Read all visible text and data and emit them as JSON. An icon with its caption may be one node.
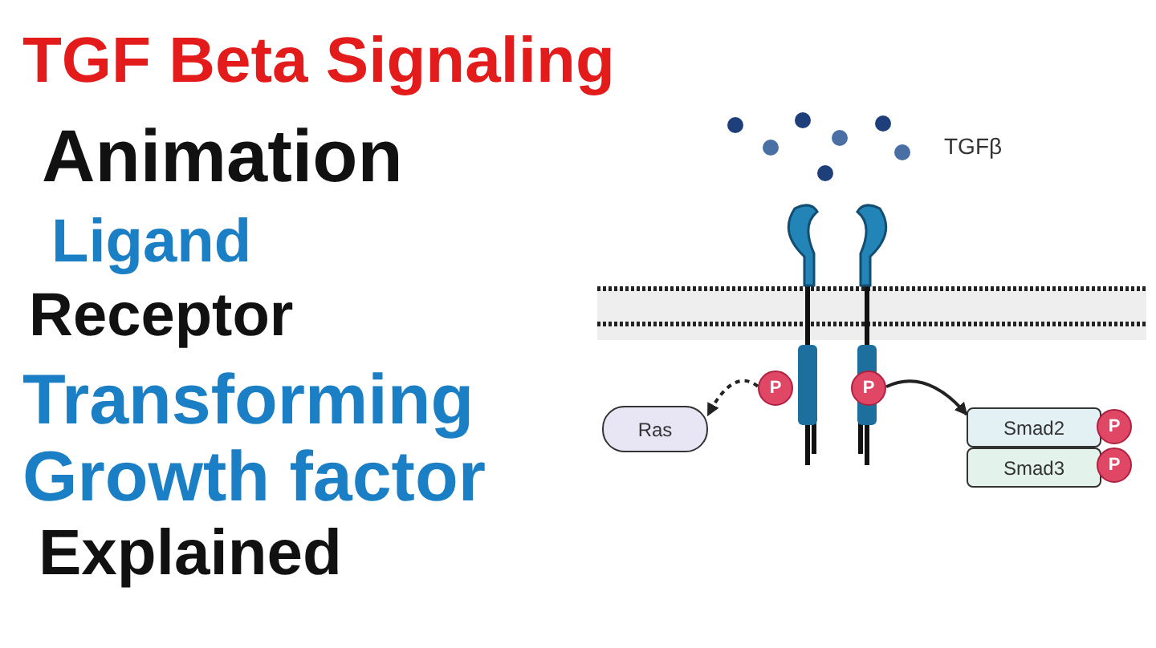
{
  "diagram": {
    "title": "TGF Beta Signaling",
    "nodes": [
      {
        "text": [
          "Ras"
        ]
      },
      {
        "text": [
          "P"
        ]
      },
      {
        "text": [
          "P"
        ]
      },
      {
        "text": [
          "Smad2"
        ]
      },
      {
        "text": [
          "Smad3"
        ]
      },
      {
        "text": [
          "P"
        ]
      },
      {
        "text": [
          "P"
        ]
      }
    ],
    "edges": [
      {
        "from": 1,
        "to": 0,
        "arrow": "to",
        "style": "dashed"
      },
      {
        "from": 2,
        "to": 3,
        "arrow": "to"
      }
    ],
    "labels": [
      "Animation",
      "Ligand",
      "Receptor",
      "Transforming",
      "Growth factor",
      "Explained",
      "TGFβ"
    ]
  }
}
